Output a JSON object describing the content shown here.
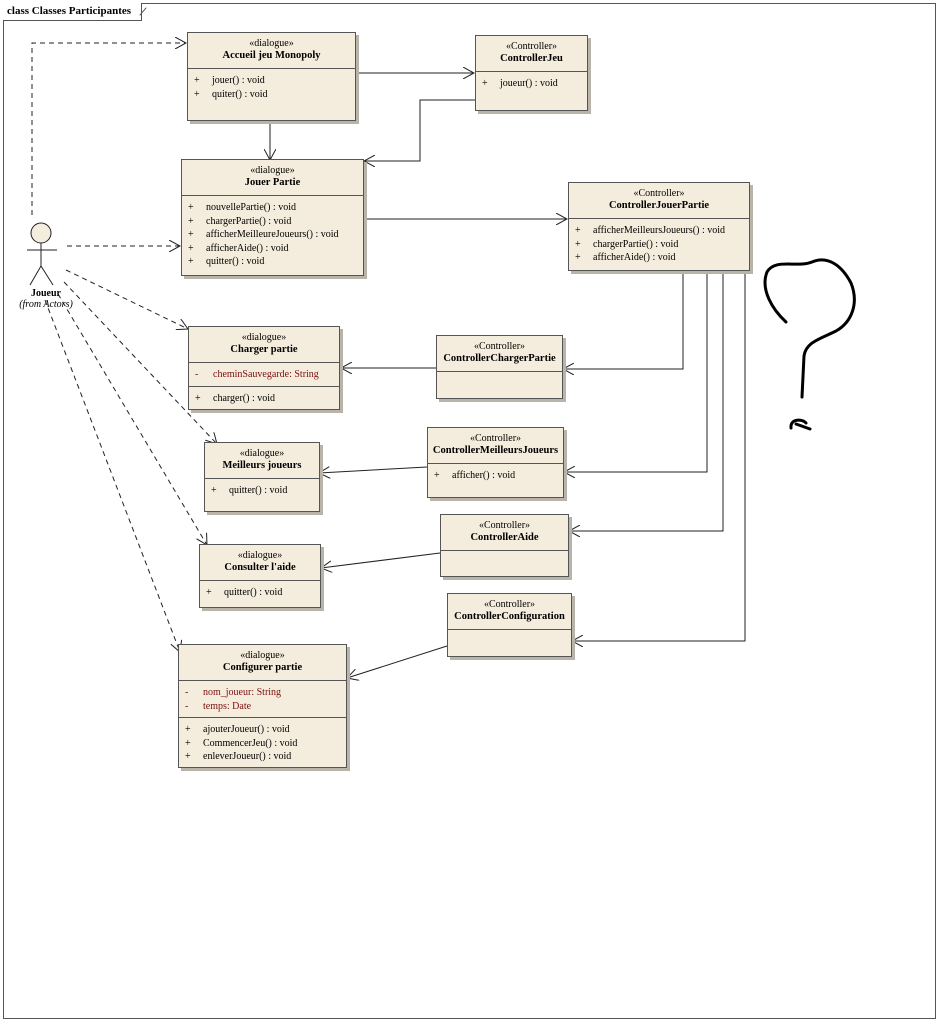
{
  "frame": {
    "title": "class Classes Participantes"
  },
  "actor": {
    "name": "Joueur",
    "from": "(from Actors)"
  },
  "classes": {
    "accueil": {
      "stereotype": "«dialogue»",
      "name": "Accueil jeu Monopoly",
      "operations": [
        {
          "vis": "+",
          "text": "jouer() : void"
        },
        {
          "vis": "+",
          "text": "quiter() : void"
        }
      ]
    },
    "ctrl_jeu": {
      "stereotype": "«Controller»",
      "name": "ControllerJeu",
      "operations": [
        {
          "vis": "+",
          "text": "joueur() : void"
        }
      ]
    },
    "jouer_partie": {
      "stereotype": "«dialogue»",
      "name": "Jouer Partie",
      "operations": [
        {
          "vis": "+",
          "text": "nouvellePartie() : void"
        },
        {
          "vis": "+",
          "text": "chargerPartie() : void"
        },
        {
          "vis": "+",
          "text": "afficherMeilleureJoueurs() : void"
        },
        {
          "vis": "+",
          "text": "afficherAide() : void"
        },
        {
          "vis": "+",
          "text": "quitter() : void"
        }
      ]
    },
    "ctrl_jouer_partie": {
      "stereotype": "«Controller»",
      "name": "ControllerJouerPartie",
      "operations": [
        {
          "vis": "+",
          "text": "afficherMeilleursJoueurs() : void"
        },
        {
          "vis": "+",
          "text": "chargerPartie() : void"
        },
        {
          "vis": "+",
          "text": "afficherAide() : void"
        }
      ]
    },
    "charger_partie": {
      "stereotype": "«dialogue»",
      "name": "Charger partie",
      "attributes": [
        {
          "vis": "-",
          "text": "cheminSauvegarde:  String"
        }
      ],
      "operations": [
        {
          "vis": "+",
          "text": "charger() : void"
        }
      ]
    },
    "ctrl_charger_partie": {
      "stereotype": "«Controller»",
      "name": "ControllerChargerPartie"
    },
    "meilleurs_joueurs": {
      "stereotype": "«dialogue»",
      "name": "Meilleurs joueurs",
      "operations": [
        {
          "vis": "+",
          "text": "quitter() : void"
        }
      ]
    },
    "ctrl_meilleurs_joueurs": {
      "stereotype": "«Controller»",
      "name": "ControllerMeilleursJoueurs",
      "operations": [
        {
          "vis": "+",
          "text": "afficher() : void"
        }
      ]
    },
    "consulter_aide": {
      "stereotype": "«dialogue»",
      "name": "Consulter l'aide",
      "operations": [
        {
          "vis": "+",
          "text": "quitter() : void"
        }
      ]
    },
    "ctrl_aide": {
      "stereotype": "«Controller»",
      "name": "ControllerAide"
    },
    "ctrl_configuration": {
      "stereotype": "«Controller»",
      "name": "ControllerConfiguration"
    },
    "configurer_partie": {
      "stereotype": "«dialogue»",
      "name": "Configurer partie",
      "attributes": [
        {
          "vis": "-",
          "text": "nom_joueur:  String"
        },
        {
          "vis": "-",
          "text": "temps:  Date"
        }
      ],
      "operations": [
        {
          "vis": "+",
          "text": "ajouterJoueur() : void"
        },
        {
          "vis": "+",
          "text": "CommencerJeu() : void"
        },
        {
          "vis": "+",
          "text": "enleverJoueur() : void"
        }
      ]
    }
  },
  "colors": {
    "class_fill": "#f4ecdc",
    "border": "#555555",
    "attribute_text": "#7b1010",
    "scribble": "#000000"
  }
}
